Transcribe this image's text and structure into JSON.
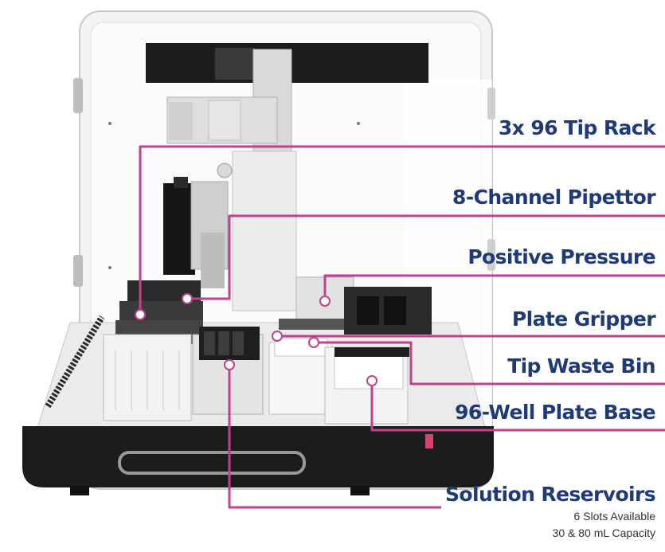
{
  "callouts": [
    {
      "id": "tip-rack",
      "label": "3x 96 Tip Rack"
    },
    {
      "id": "pipettor",
      "label": "8-Channel Pipettor"
    },
    {
      "id": "positive-pressure",
      "label": "Positive Pressure"
    },
    {
      "id": "plate-gripper",
      "label": "Plate Gripper"
    },
    {
      "id": "tip-waste-bin",
      "label": "Tip Waste Bin"
    },
    {
      "id": "well-plate-base",
      "label": "96-Well Plate Base"
    },
    {
      "id": "solution-reservoirs",
      "label": "Solution Reservoirs"
    }
  ],
  "reservoir_details": [
    "6 Slots Available",
    "30 & 80 mL Capacity"
  ],
  "colors": {
    "label_text": "#1f3a78",
    "leader_line": "#c2418f",
    "marker": "#ffffff",
    "enclosure": "#f4f4f4",
    "base": "#1c1c1c"
  }
}
